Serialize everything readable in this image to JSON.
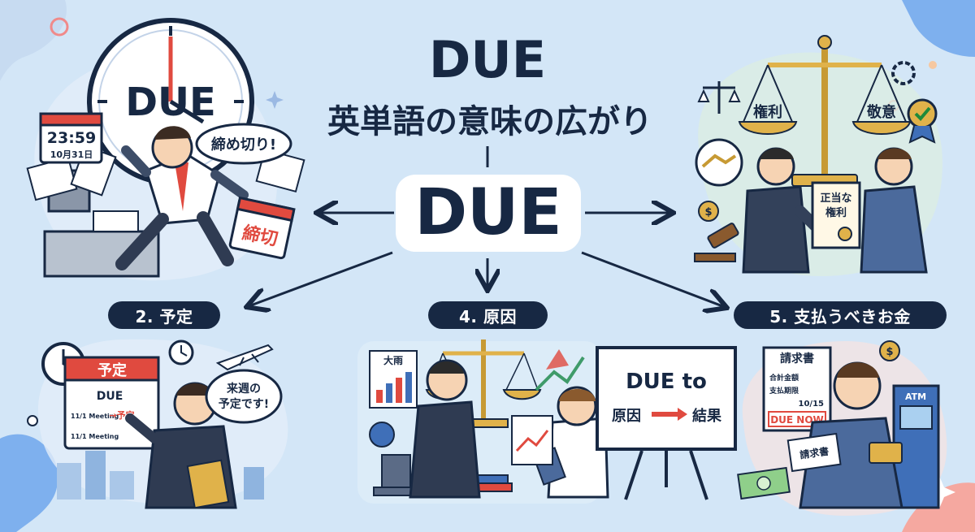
{
  "title": {
    "main": "DUE",
    "subtitle": "英単語の意味の広がり",
    "center": "DUE"
  },
  "panels": {
    "deadline": {
      "clock_text": "DUE",
      "calendar_time": "23:59",
      "calendar_date": "10月31日",
      "speech": "締め切り!",
      "calendar_tag": "締切"
    },
    "rights": {
      "pan_left": "権利",
      "pan_right": "敬意",
      "certificate_line1": "正当な",
      "certificate_line2": "権利"
    },
    "schedule": {
      "badge": "2. 予定",
      "calendar_header": "予定",
      "calendar_due": "DUE",
      "calendar_arrow": "→予定",
      "meeting_1": "11/1 Meeting",
      "meeting_2": "11/1 Meeting",
      "speech_line1": "来週の",
      "speech_line2": "予定です!"
    },
    "cause": {
      "badge": "4. 原因",
      "chart_label": "大雨",
      "board_line1": "DUE to",
      "board_left": "原因",
      "board_right": "結果"
    },
    "money": {
      "badge": "5. 支払うべきお金",
      "bill_title": "請求書",
      "bill_amount_label": "合計金額",
      "bill_due_label": "支払期限",
      "bill_date": "10/15",
      "bill_stamp": "DUE NOW",
      "hand_bill": "請求書",
      "atm_label": "ATM"
    }
  },
  "colors": {
    "navy": "#172843",
    "background": "#d3e6f7",
    "accent_red": "#e04a3f",
    "gold": "#e0b24a"
  }
}
